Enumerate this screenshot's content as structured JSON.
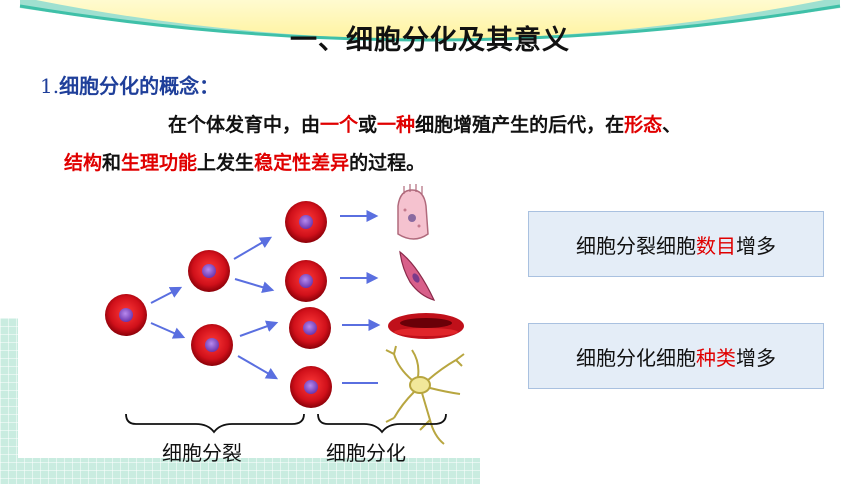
{
  "slide": {
    "title": "一、细胞分化及其意义",
    "concept_number": "1.",
    "concept_label": "细胞分化的概念：",
    "definition": [
      {
        "text": "在个体发育中，由",
        "red": false
      },
      {
        "text": "一个",
        "red": true
      },
      {
        "text": "或",
        "red": false
      },
      {
        "text": "一种",
        "red": true
      },
      {
        "text": "细胞增殖产生的后代，在",
        "red": false
      },
      {
        "text": "形态",
        "red": true
      },
      {
        "text": "、",
        "red": false
      },
      {
        "text": "结构",
        "red": true
      },
      {
        "text": "和",
        "red": false
      },
      {
        "text": "生理功能",
        "red": true
      },
      {
        "text": "上发生",
        "red": false
      },
      {
        "text": "稳定性差异",
        "red": true
      },
      {
        "text": "的过程。",
        "red": false
      }
    ],
    "box_division": {
      "before": "细胞分裂细胞",
      "highlight": "数目",
      "after": "增多"
    },
    "box_differentiation": {
      "before": "细胞分化细胞",
      "highlight": "种类",
      "after": "增多"
    },
    "label_division": "细胞分裂",
    "label_differentiation": "细胞分化"
  },
  "colors": {
    "accent_red": "#e00000",
    "heading_blue": "#1f3f9a",
    "cell_red": "#d0101a",
    "nucleus_purple": "#8b4fc7",
    "arrow_blue": "#5a6fe0",
    "banner_teal": "#3fc0a8",
    "banner_yellow": "#fff7a8"
  },
  "icons": [
    "epithelial-cell-icon",
    "muscle-cell-icon",
    "red-blood-cell-icon",
    "neuron-icon"
  ]
}
